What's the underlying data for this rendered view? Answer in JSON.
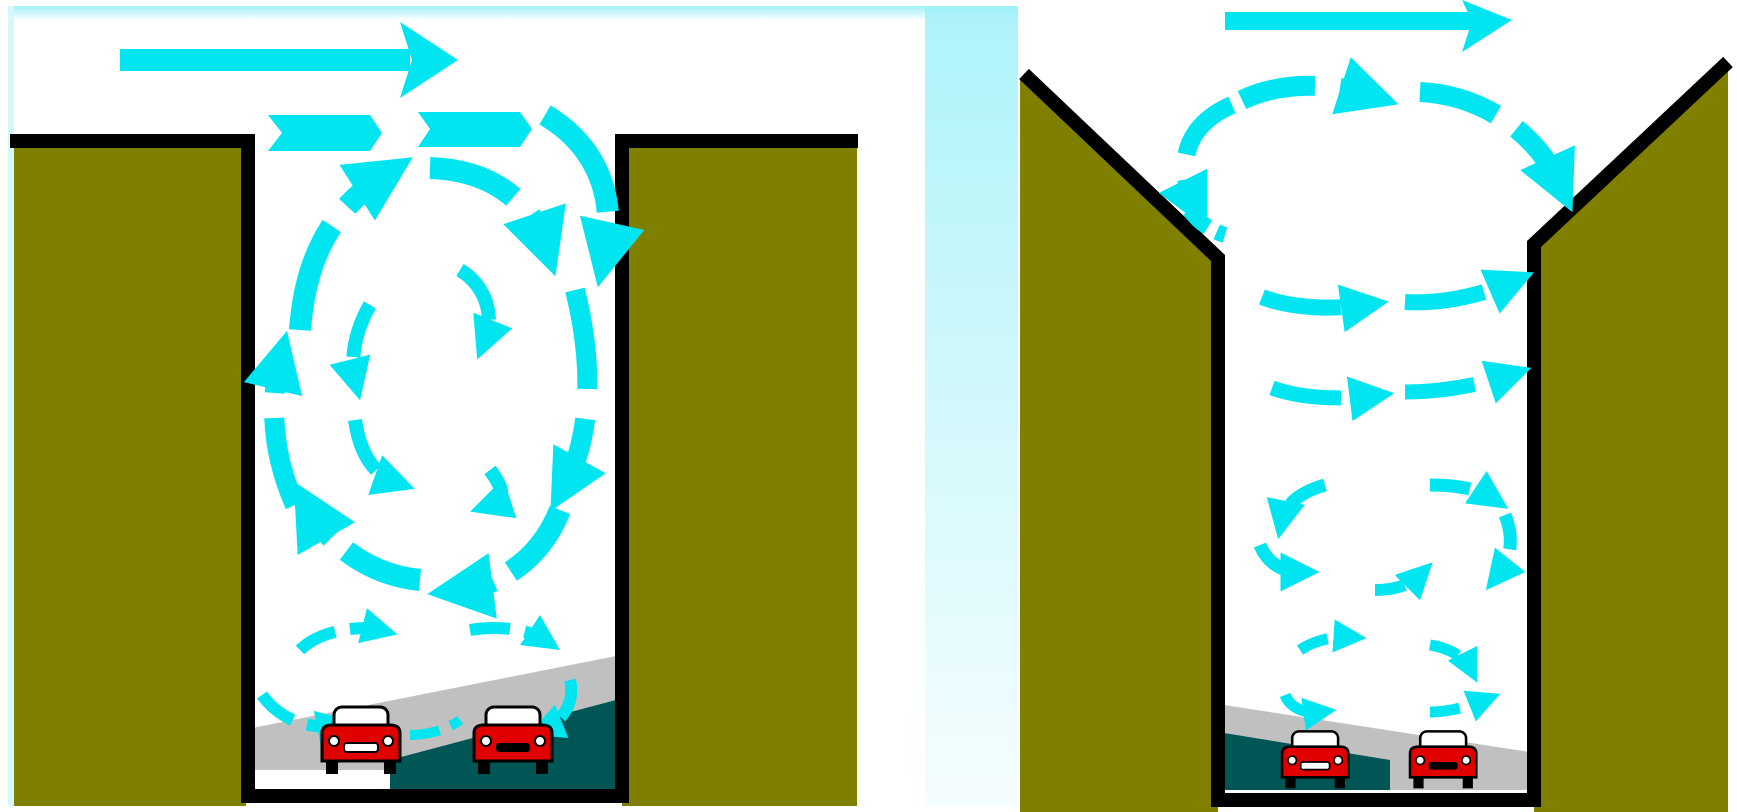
{
  "colors": {
    "building": "#808000",
    "outline": "#000000",
    "wind": "#00e5f0",
    "sky_glow": "#9ff1f8",
    "road_light": "#c0c0c0",
    "road_dark": "#005555",
    "car_body": "#e00000",
    "background": "#ffffff"
  },
  "panels": [
    {
      "name": "flat-roof-canyon",
      "roof": "flat",
      "wind_pattern": "single-large-vortex",
      "cars": 2
    },
    {
      "name": "pitched-roof-canyon",
      "roof": "pitched",
      "wind_pattern": "stacked-weak-vortices",
      "cars": 2
    }
  ]
}
